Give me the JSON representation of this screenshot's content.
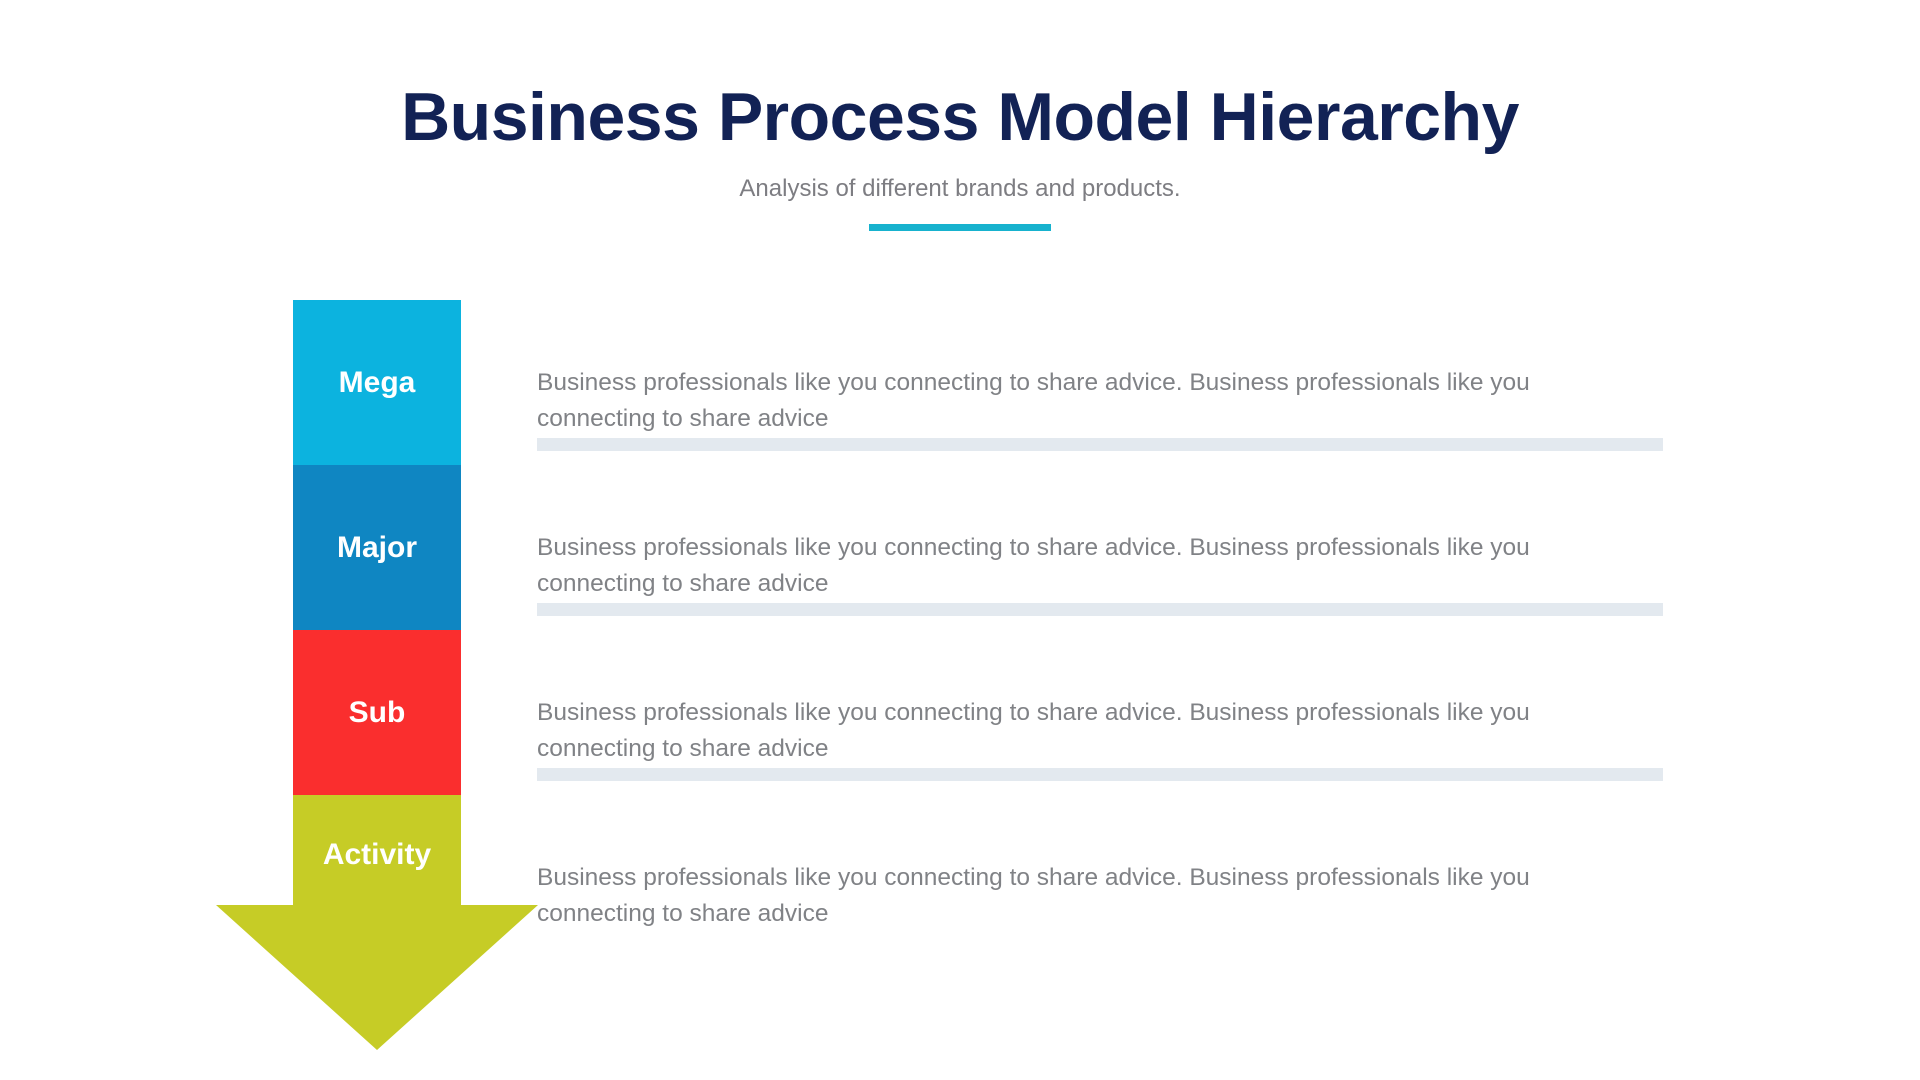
{
  "header": {
    "title": "Business Process Model Hierarchy",
    "subtitle": "Analysis of different brands and products.",
    "rule_color": "#17B2CE"
  },
  "colors": {
    "title": "#122255",
    "subtitle": "#7d7d82",
    "body_text": "#808286",
    "divider": "#e3e9ef",
    "accent": "#17B2CE",
    "background": "#ffffff"
  },
  "diagram": {
    "type": "arrow-hierarchy",
    "stages": [
      {
        "label": "Mega",
        "color": "#0CB3DF",
        "text": "Business professionals like you connecting to share advice. Business professionals like you connecting to share advice",
        "shape": "rect"
      },
      {
        "label": "Major",
        "color": "#0F86C2",
        "text": "Business professionals like you connecting to share advice. Business professionals like you connecting to share advice",
        "shape": "rect"
      },
      {
        "label": "Sub",
        "color": "#FA2E2E",
        "text": "Business professionals like you connecting to share advice. Business professionals like you connecting to share advice",
        "shape": "rect"
      },
      {
        "label": "Activity",
        "color": "#C6CC26",
        "text": "Business professionals like you connecting to share advice. Business professionals like you connecting to share advice",
        "shape": "arrow-down"
      }
    ]
  }
}
